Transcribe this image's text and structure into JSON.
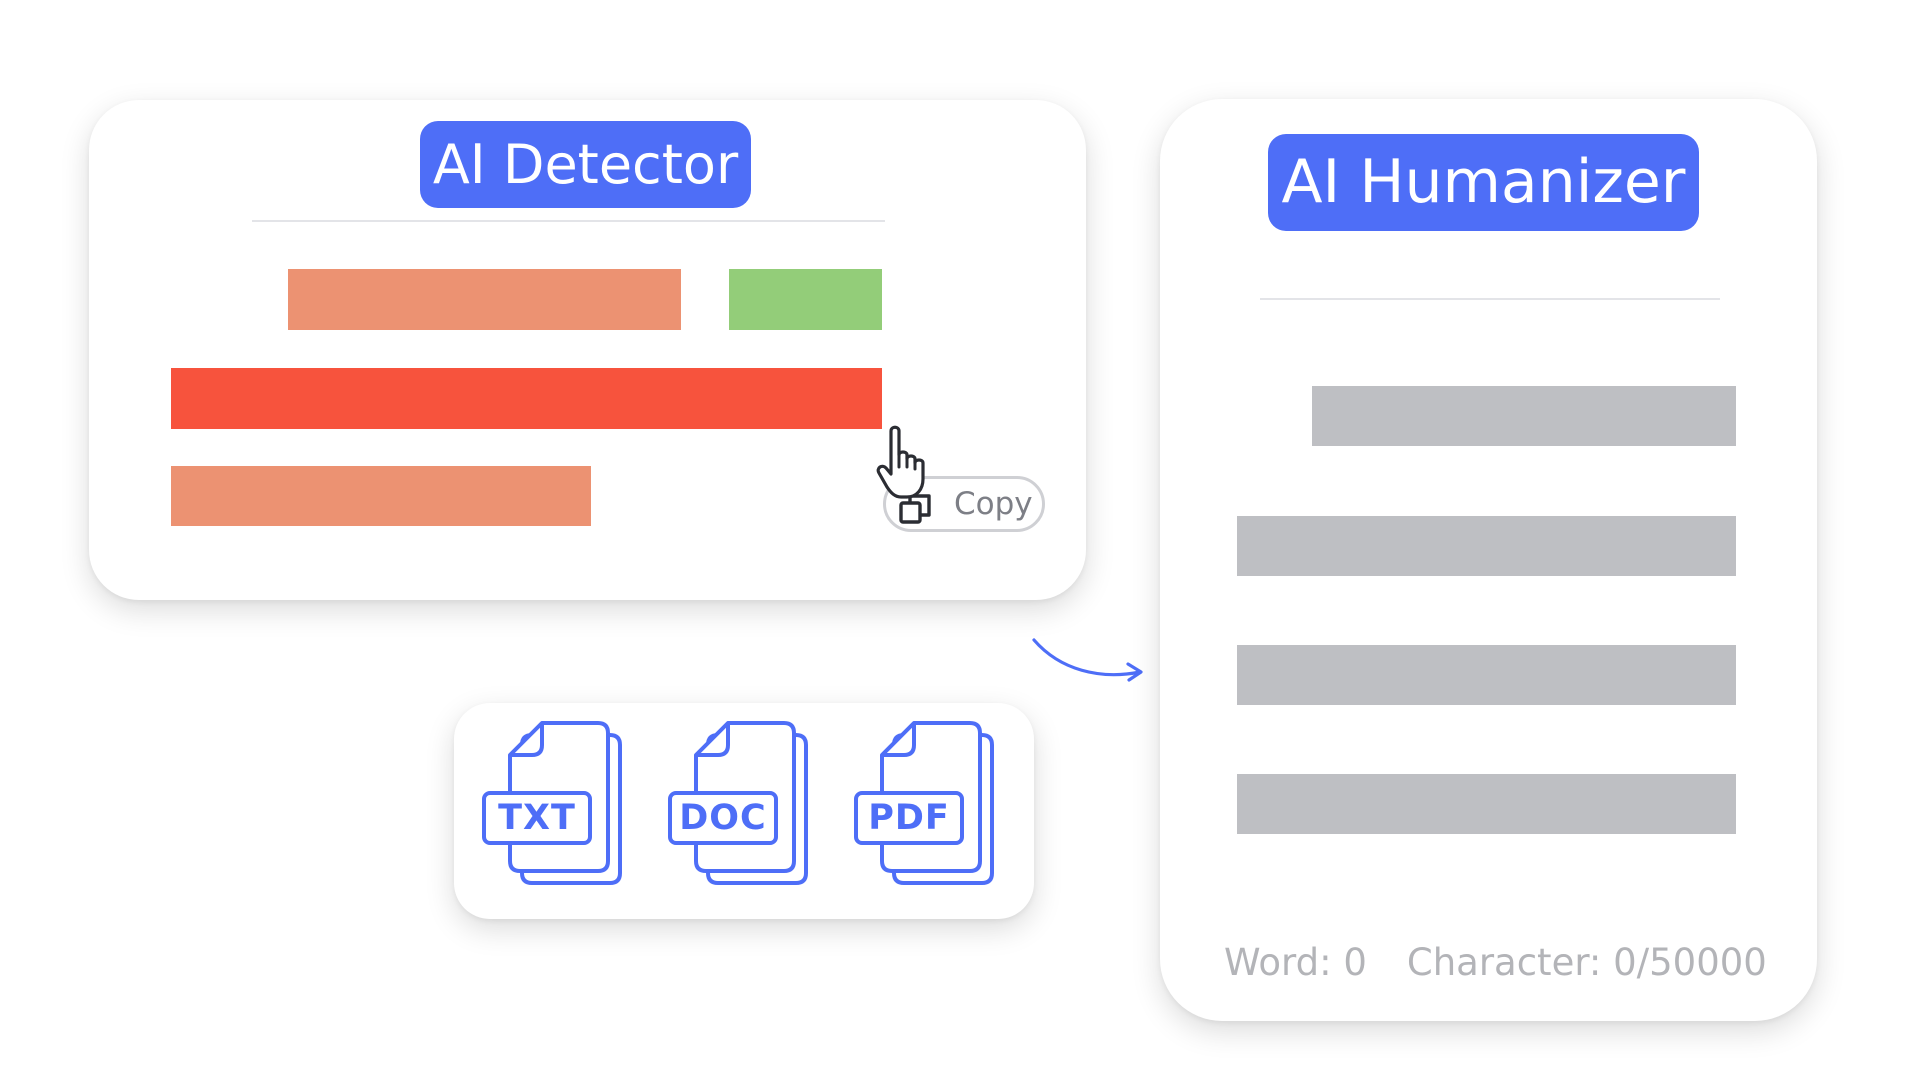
{
  "detector": {
    "title": "AI Detector",
    "copy_label": "Copy"
  },
  "humanizer": {
    "title": "AI Humanizer",
    "word_count": "Word: 0",
    "character_count": "Character: 0/50000"
  },
  "formats": {
    "items": [
      {
        "label": "TXT"
      },
      {
        "label": "DOC"
      },
      {
        "label": "PDF"
      }
    ]
  },
  "colors": {
    "accent": "#4e6ef7",
    "bar_orange": "#ec9272",
    "bar_green": "#93cd79",
    "bar_red": "#f7533d",
    "bar_gray": "#bebfc3"
  },
  "icons": {
    "copy": "copy-icon",
    "pointer": "hand-pointer-icon",
    "arrow": "curved-arrow-icon",
    "file": "file-icon"
  }
}
